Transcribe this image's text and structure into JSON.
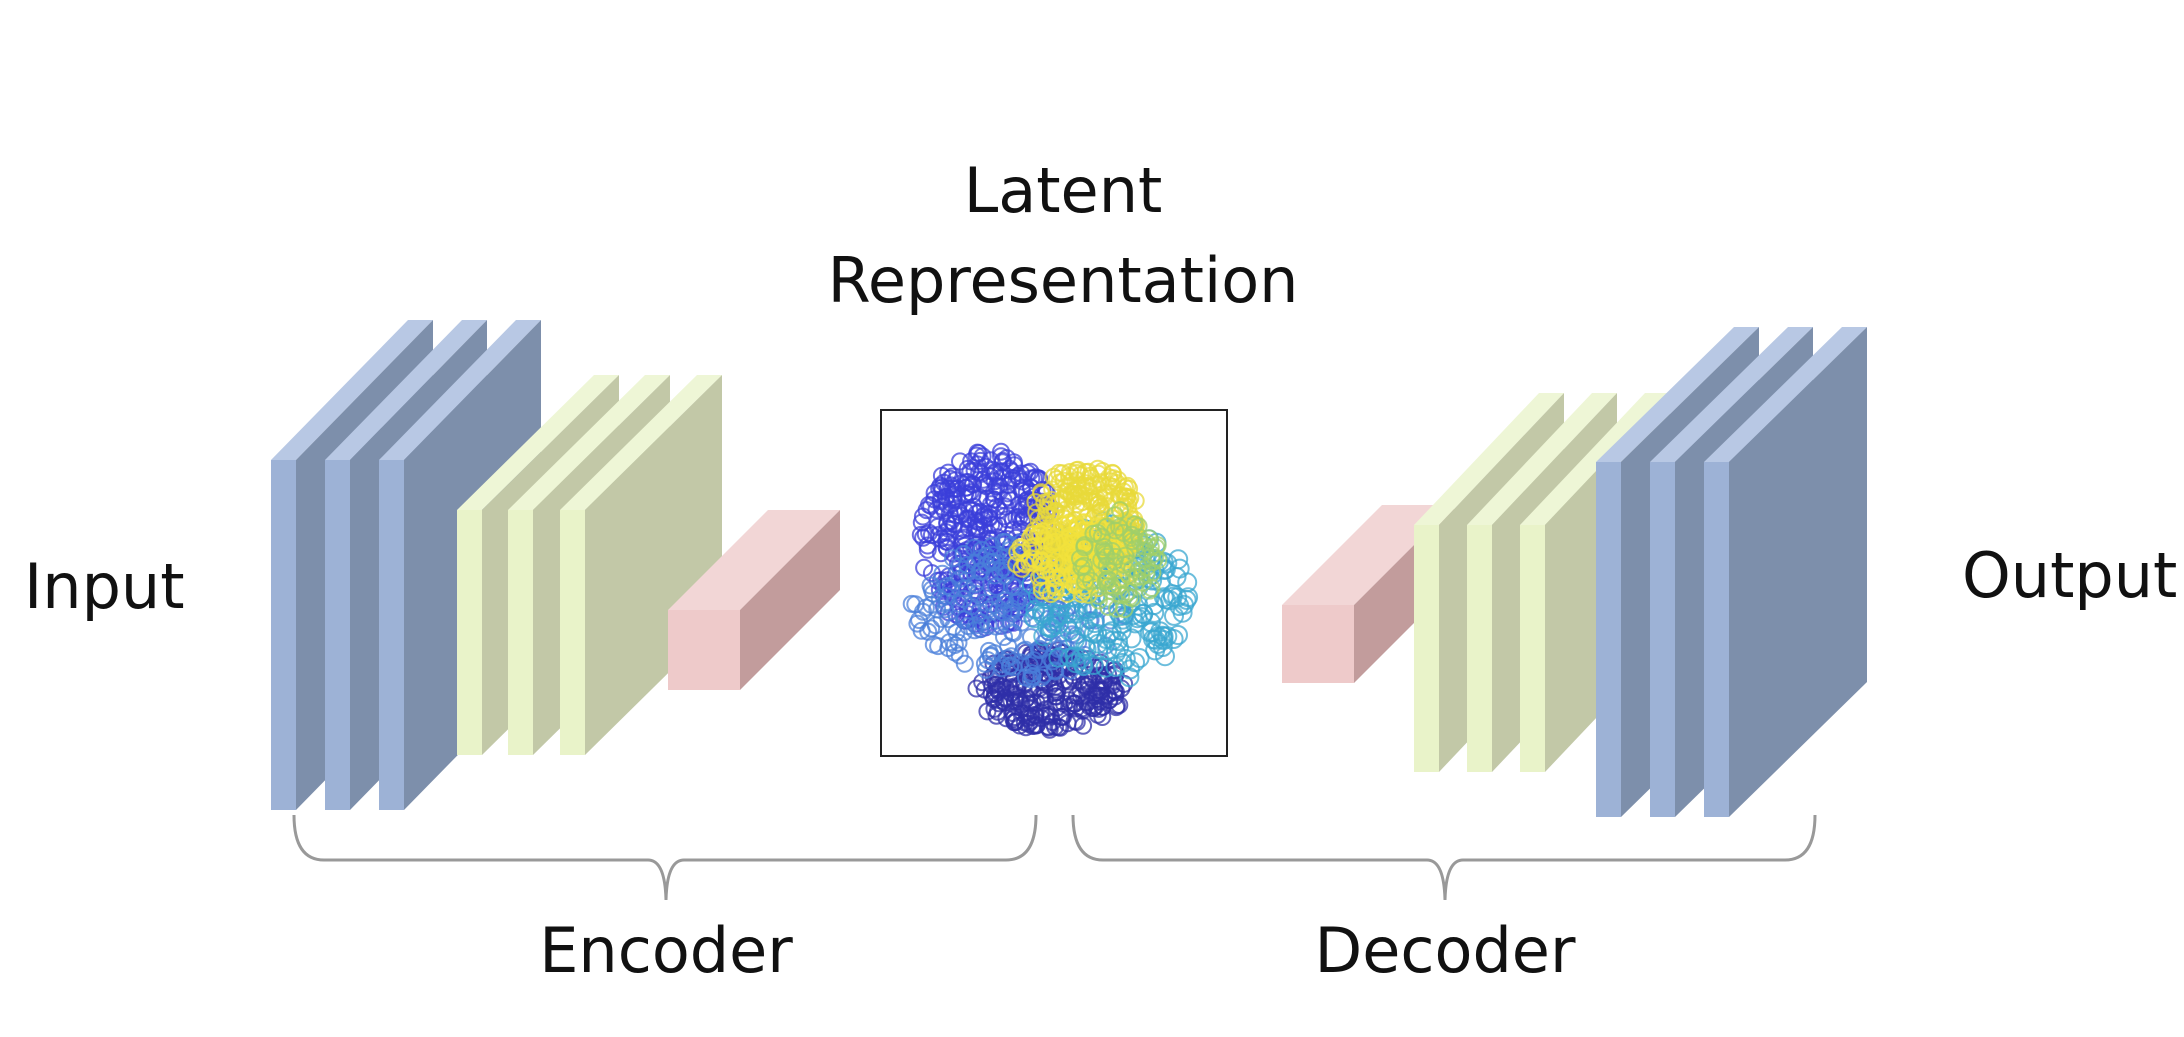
{
  "labels": {
    "input": "Input",
    "output": "Output",
    "latent_line1": "Latent",
    "latent_line2": "Representation",
    "encoder": "Encoder",
    "decoder": "Decoder"
  },
  "colors": {
    "blue_front": "#9db2d6",
    "blue_top": "#b8c8e4",
    "blue_side": "#7d8fab",
    "green_front": "#e9f3c9",
    "green_top": "#eef6d6",
    "green_side": "#c2c8a7",
    "pink_front": "#eecaca",
    "pink_top": "#f2d6d6",
    "pink_side": "#c29c9c",
    "brace": "#999999",
    "latent_cluster_colors": [
      "#3b3fd9",
      "#2f2fa8",
      "#4a7fd9",
      "#3aa7d0",
      "#e8d93a",
      "#f2e23c",
      "#9fcf6a"
    ]
  }
}
